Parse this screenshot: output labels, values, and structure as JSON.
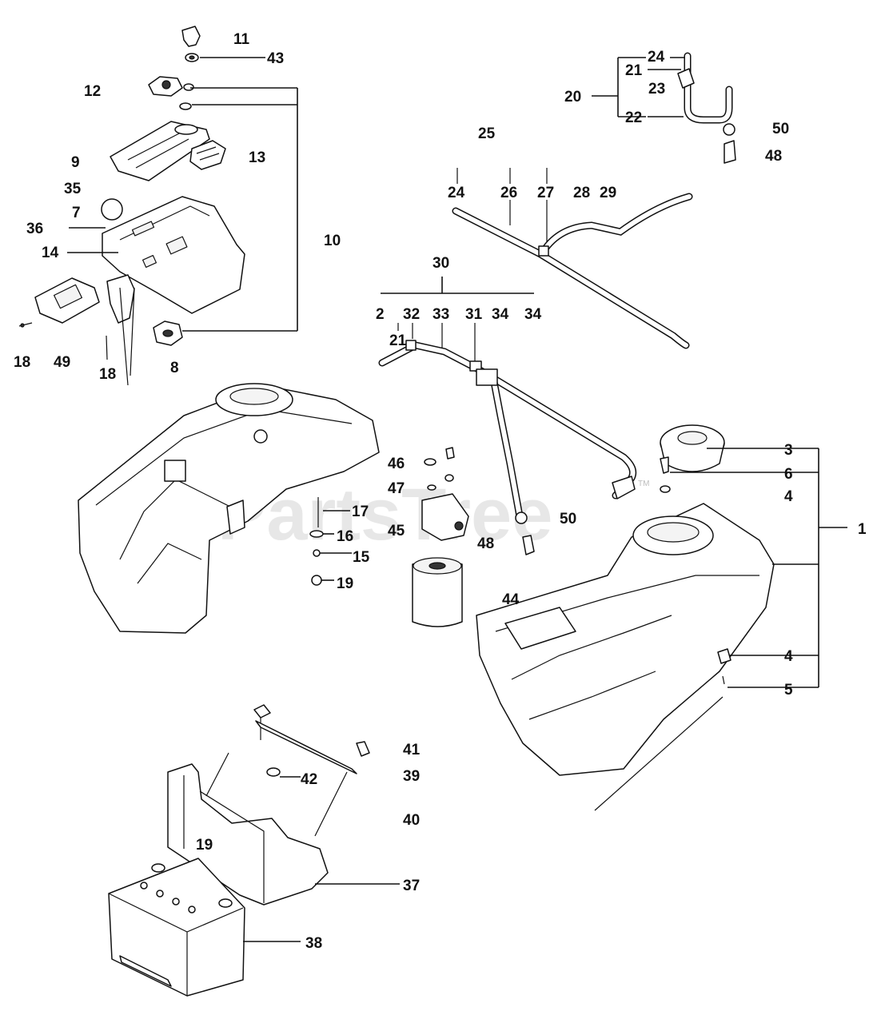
{
  "watermark": {
    "text": "PartsTree",
    "trademark": "TM"
  },
  "callouts": [
    {
      "id": "c11",
      "text": "11"
    },
    {
      "id": "c43",
      "text": "43"
    },
    {
      "id": "c12",
      "text": "12"
    },
    {
      "id": "c13",
      "text": "13"
    },
    {
      "id": "c9",
      "text": "9"
    },
    {
      "id": "c35",
      "text": "35"
    },
    {
      "id": "c7",
      "text": "7"
    },
    {
      "id": "c36",
      "text": "36"
    },
    {
      "id": "c14",
      "text": "14"
    },
    {
      "id": "c10",
      "text": "10"
    },
    {
      "id": "c18a",
      "text": "18"
    },
    {
      "id": "c49",
      "text": "49"
    },
    {
      "id": "c18b",
      "text": "18"
    },
    {
      "id": "c8",
      "text": "8"
    },
    {
      "id": "c24a",
      "text": "24"
    },
    {
      "id": "c21a",
      "text": "21"
    },
    {
      "id": "c23",
      "text": "23"
    },
    {
      "id": "c20",
      "text": "20"
    },
    {
      "id": "c22",
      "text": "22"
    },
    {
      "id": "c50a",
      "text": "50"
    },
    {
      "id": "c48a",
      "text": "48"
    },
    {
      "id": "c25",
      "text": "25"
    },
    {
      "id": "c24b",
      "text": "24"
    },
    {
      "id": "c26",
      "text": "26"
    },
    {
      "id": "c27",
      "text": "27"
    },
    {
      "id": "c28",
      "text": "28"
    },
    {
      "id": "c29",
      "text": "29"
    },
    {
      "id": "c30",
      "text": "30"
    },
    {
      "id": "c2",
      "text": "2"
    },
    {
      "id": "c32",
      "text": "32"
    },
    {
      "id": "c33",
      "text": "33"
    },
    {
      "id": "c31",
      "text": "31"
    },
    {
      "id": "c34a",
      "text": "34"
    },
    {
      "id": "c34b",
      "text": "34"
    },
    {
      "id": "c21b",
      "text": "21"
    },
    {
      "id": "c46",
      "text": "46"
    },
    {
      "id": "c47",
      "text": "47"
    },
    {
      "id": "c45",
      "text": "45"
    },
    {
      "id": "c48b",
      "text": "48"
    },
    {
      "id": "c50b",
      "text": "50"
    },
    {
      "id": "c44",
      "text": "44"
    },
    {
      "id": "c17",
      "text": "17"
    },
    {
      "id": "c16",
      "text": "16"
    },
    {
      "id": "c15",
      "text": "15"
    },
    {
      "id": "c19a",
      "text": "19"
    },
    {
      "id": "c3",
      "text": "3"
    },
    {
      "id": "c6",
      "text": "6"
    },
    {
      "id": "c4a",
      "text": "4"
    },
    {
      "id": "c1",
      "text": "1"
    },
    {
      "id": "c4b",
      "text": "4"
    },
    {
      "id": "c5",
      "text": "5"
    },
    {
      "id": "c41",
      "text": "41"
    },
    {
      "id": "c42",
      "text": "42"
    },
    {
      "id": "c39",
      "text": "39"
    },
    {
      "id": "c40",
      "text": "40"
    },
    {
      "id": "c19b",
      "text": "19"
    },
    {
      "id": "c37",
      "text": "37"
    },
    {
      "id": "c38",
      "text": "38"
    }
  ]
}
